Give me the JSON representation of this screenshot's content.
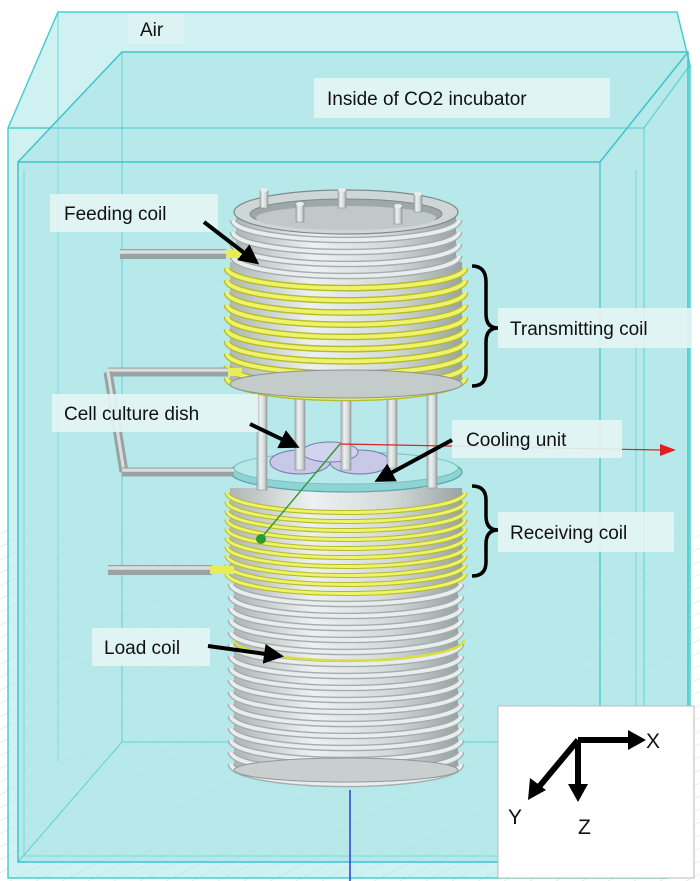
{
  "labels": {
    "air": "Air",
    "incubator": "Inside of CO2 incubator",
    "feeding_coil": "Feeding coil",
    "transmitting_coil": "Transmitting coil",
    "cell_culture_dish": "Cell culture dish",
    "cooling_unit": "Cooling unit",
    "receiving_coil": "Receiving coil",
    "load_coil": "Load coil"
  },
  "axes": {
    "x": "X",
    "y": "Y",
    "z": "Z"
  },
  "colors": {
    "box_fill": "#9fe3e4",
    "box_edge": "#40c9cc",
    "coil_silver": "#d7dcdc",
    "coil_yellow": "#e6ec5a",
    "label_bg": "#e8f4f4",
    "red_axis": "#e02020",
    "blue_axis": "#2a3fd0"
  },
  "coils": {
    "transmitting_turns": 10,
    "receiving_turns": 10,
    "load_turns": 16
  }
}
